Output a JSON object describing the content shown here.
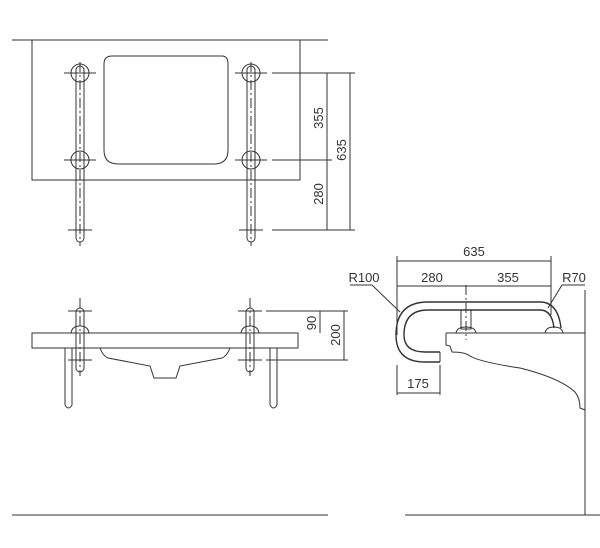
{
  "top_view": {
    "dim_upper": "355",
    "dim_lower": "280",
    "dim_total": "635"
  },
  "front_view": {
    "dim_rail_height": "90",
    "dim_total_height": "200"
  },
  "side_view": {
    "dim_total": "635",
    "dim_left": "280",
    "dim_right": "355",
    "dim_hook": "175",
    "radius_large": "R100",
    "radius_small": "R70"
  }
}
